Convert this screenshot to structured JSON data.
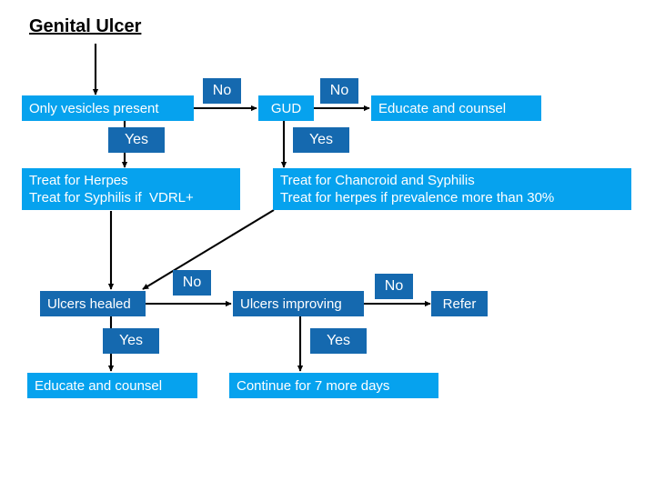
{
  "page": {
    "title": "Genital Ulcer",
    "background_color": "#ffffff",
    "node_light_color": "#06A2EE",
    "node_dark_color": "#1569AF",
    "node_text_color": "#ffffff",
    "arrow_color": "#000000",
    "title_color": "#000000"
  },
  "nodes": [
    {
      "id": "only-vesicles-present",
      "text": "Only vesicles present"
    },
    {
      "id": "gud",
      "text": "GUD"
    },
    {
      "id": "educate-and-counsel-top",
      "text": "Educate and counsel"
    },
    {
      "id": "treat-herpes",
      "line1": "Treat for Herpes",
      "line2": "Treat for Syphilis if  VDRL+"
    },
    {
      "id": "treat-chancroid",
      "line1": "Treat for Chancroid and Syphilis",
      "line2": "Treat for herpes if prevalence more than 30%"
    },
    {
      "id": "ulcers-healed",
      "text": "Ulcers healed"
    },
    {
      "id": "ulcers-improving",
      "text": "Ulcers improving"
    },
    {
      "id": "refer",
      "text": "Refer"
    },
    {
      "id": "educate-and-counsel-bottom",
      "text": "Educate and counsel"
    },
    {
      "id": "continue-seven-days",
      "text": "Continue for 7 more days"
    }
  ],
  "edge_labels": {
    "vesicles_no": "No",
    "vesicles_yes": "Yes",
    "gud_no": "No",
    "gud_yes": "Yes",
    "healed_no": "No",
    "healed_yes": "Yes",
    "improving_no": "No",
    "improving_yes": "Yes"
  }
}
